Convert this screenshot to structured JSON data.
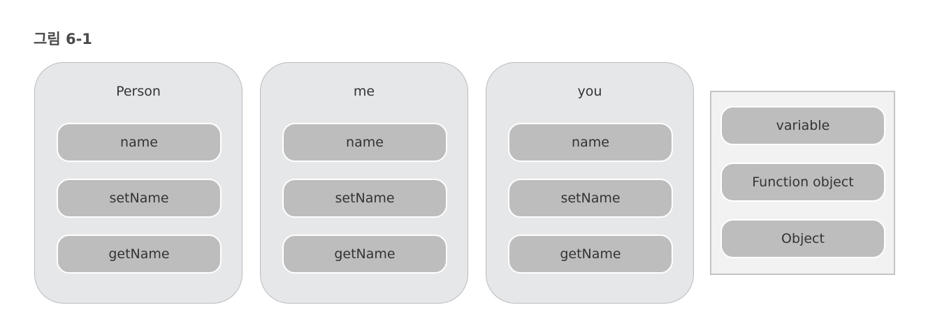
{
  "figure": {
    "label": "그림 6-1"
  },
  "objects": [
    {
      "title": "Person",
      "members": [
        "name",
        "setName",
        "getName"
      ]
    },
    {
      "title": "me",
      "members": [
        "name",
        "setName",
        "getName"
      ]
    },
    {
      "title": "you",
      "members": [
        "name",
        "setName",
        "getName"
      ]
    }
  ],
  "legend": {
    "items": [
      "variable",
      "Function object",
      "Object"
    ]
  },
  "colors": {
    "object_fill": "#e6e7e9",
    "object_border": "#b9bbbe",
    "member_fill": "#bdbdbd",
    "legend_fill": "#f2f2f2",
    "legend_border": "#c4c4c4"
  }
}
